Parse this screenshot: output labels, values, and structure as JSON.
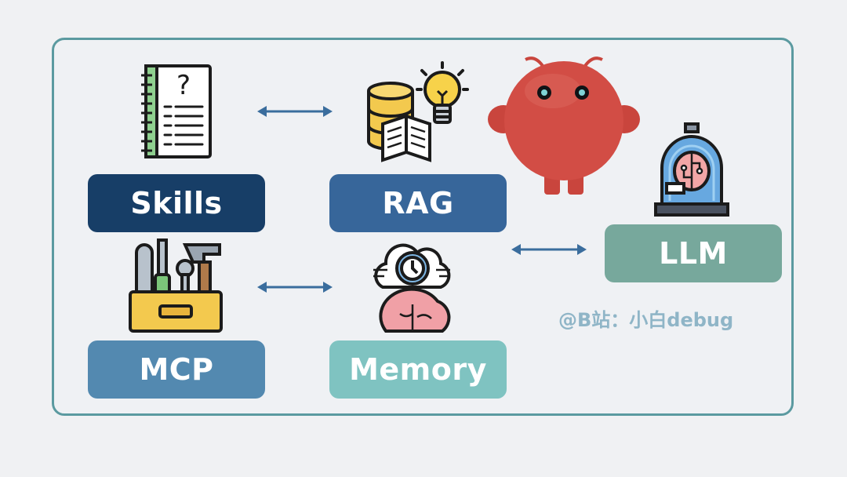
{
  "nodes": {
    "skills": {
      "label": "Skills",
      "color": "#173e67"
    },
    "rag": {
      "label": "RAG",
      "color": "#37669a"
    },
    "mcp": {
      "label": "MCP",
      "color": "#5389b0"
    },
    "memory": {
      "label": "Memory",
      "color": "#7fc3c1"
    },
    "llm": {
      "label": "LLM",
      "color": "#77a89c"
    }
  },
  "icons": [
    "notebook-question-icon",
    "database-book-bulb-icon",
    "toolbox-icon",
    "clock-brain-icon",
    "brain-jar-icon",
    "red-mascot-icon"
  ],
  "watermark": "@B站：小白debug",
  "colors": {
    "frame_border": "#5b9aa0",
    "arrow": "#3a6d9d",
    "background": "#eff1f4"
  }
}
